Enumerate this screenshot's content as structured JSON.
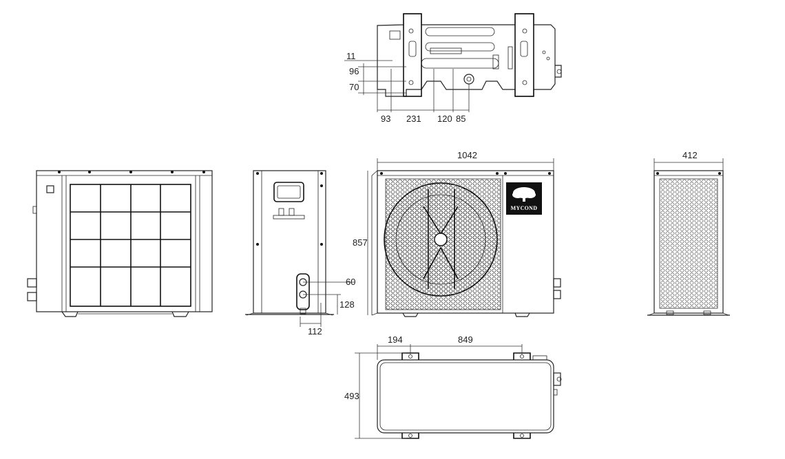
{
  "logo": {
    "brand": "MYCOND",
    "color": "#111111"
  },
  "dimensions": {
    "bottom_view": {
      "d11": "11",
      "d96": "96",
      "d70": "70",
      "d93": "93",
      "d231": "231",
      "d120": "120",
      "d85": "85"
    },
    "side_view": {
      "d60": "60",
      "d128": "128",
      "d112": "112"
    },
    "front_view": {
      "width": "1042",
      "height": "857"
    },
    "right_view": {
      "depth": "412"
    },
    "top_view": {
      "d194": "194",
      "d849": "849",
      "d493": "493"
    }
  },
  "colors": {
    "line": "#222222",
    "background": "#ffffff"
  }
}
